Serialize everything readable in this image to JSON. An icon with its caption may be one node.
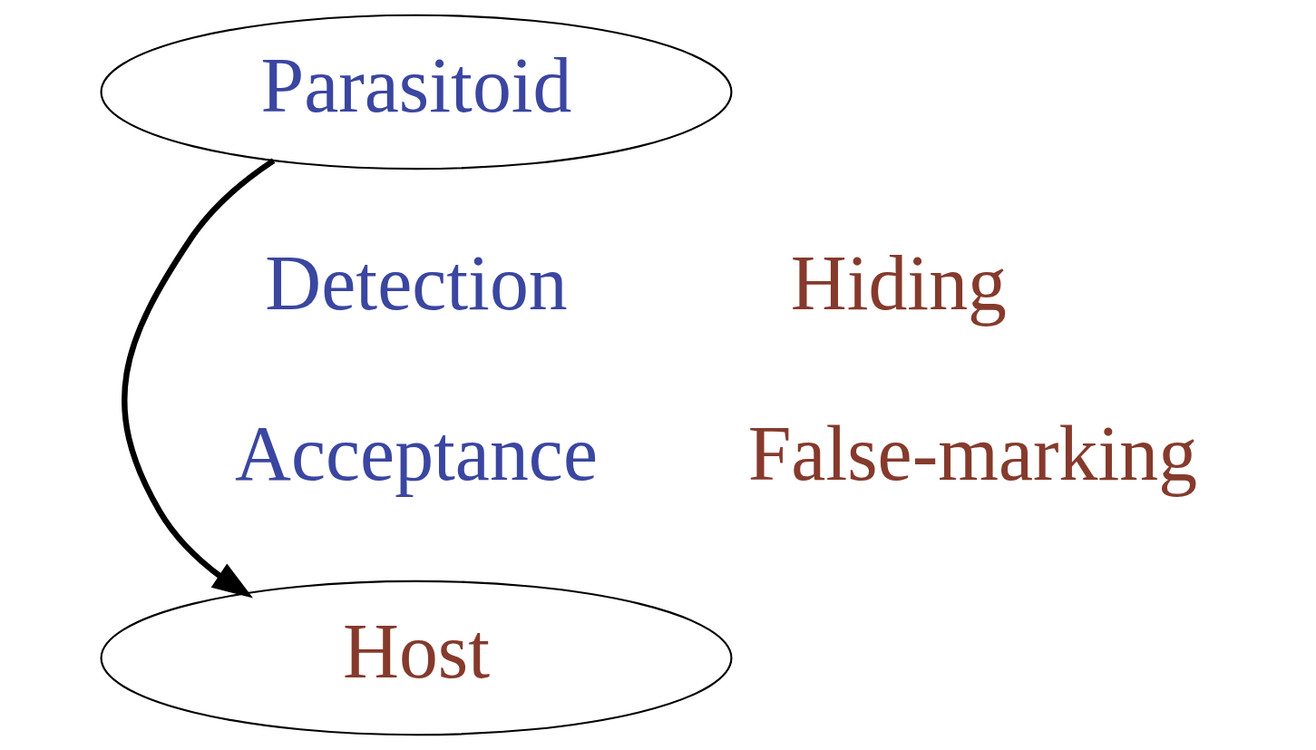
{
  "diagram": {
    "nodes": [
      {
        "text": [
          "Parasitoid"
        ]
      },
      {
        "text": [
          "Host"
        ]
      }
    ],
    "edges": [
      {
        "from": 0,
        "to": 1,
        "arrow": "to"
      }
    ],
    "labels": [
      "Detection",
      "Hiding",
      "Acceptance",
      "False-marking"
    ]
  }
}
